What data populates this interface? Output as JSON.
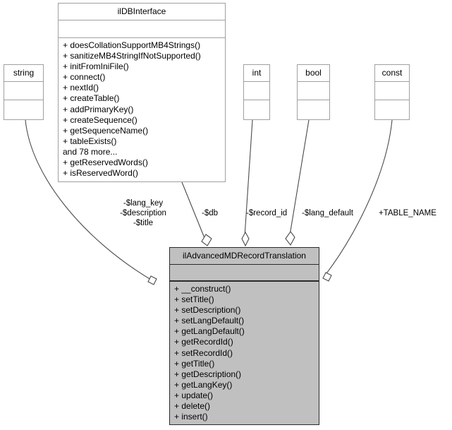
{
  "diagram": {
    "kind": "uml-class-collaboration-diagram",
    "background_color": "#ffffff",
    "focus_fill_color": "#c0c0c0",
    "stub_border_color": "#a0a0a0",
    "focus_border_color": "#2b2b2b"
  },
  "classes": {
    "db_interface": {
      "name": "ilDBInterface",
      "attributes": [],
      "operations": [
        "+ doesCollationSupportMB4Strings()",
        "+ sanitizeMB4StringIfNotSupported()",
        "+ initFromIniFile()",
        "+ connect()",
        "+ nextId()",
        "+ createTable()",
        "+ addPrimaryKey()",
        "+ createSequence()",
        "+ getSequenceName()",
        "+ tableExists()",
        "and 78 more...",
        "+ getReservedWords()",
        "+ isReservedWord()"
      ]
    },
    "string_type": {
      "name": "string",
      "attributes": [],
      "operations": []
    },
    "int_type": {
      "name": "int",
      "attributes": [],
      "operations": []
    },
    "bool_type": {
      "name": "bool",
      "attributes": [],
      "operations": []
    },
    "const_type": {
      "name": "const",
      "attributes": [],
      "operations": []
    },
    "record_translation": {
      "name": "ilAdvancedMDRecordTranslation",
      "attributes": [],
      "operations": [
        "+ __construct()",
        "+ setTitle()",
        "+ setDescription()",
        "+ setLangDefault()",
        "+ getLangDefault()",
        "+ getRecordId()",
        "+ setRecordId()",
        "+ getTitle()",
        "+ getDescription()",
        "+ getLangKey()",
        "+ update()",
        "+ delete()",
        "+ insert()"
      ]
    }
  },
  "edges": [
    {
      "id": "string-to-record",
      "from": "string_type",
      "to": "record_translation",
      "label_lines": [
        "-$lang_key",
        "-$description",
        "-$title"
      ]
    },
    {
      "id": "dbinterface-to-record",
      "from": "db_interface",
      "to": "record_translation",
      "label_lines": [
        "-$db"
      ]
    },
    {
      "id": "int-to-record",
      "from": "int_type",
      "to": "record_translation",
      "label_lines": [
        "-$record_id"
      ]
    },
    {
      "id": "bool-to-record",
      "from": "bool_type",
      "to": "record_translation",
      "label_lines": [
        "-$lang_default"
      ]
    },
    {
      "id": "const-to-record",
      "from": "const_type",
      "to": "record_translation",
      "label_lines": [
        "+TABLE_NAME"
      ]
    }
  ]
}
